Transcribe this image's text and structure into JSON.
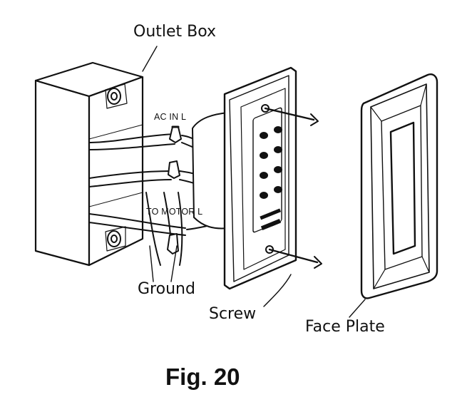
{
  "labels": {
    "outlet_box": "Outlet Box",
    "ac_in": "AC IN L",
    "to_motor": "TO MOTOR L",
    "ground": "Ground",
    "screw": "Screw",
    "face_plate": "Face Plate"
  },
  "caption": "Fig. 20",
  "colors": {
    "line": "#111111",
    "background": "#ffffff"
  }
}
